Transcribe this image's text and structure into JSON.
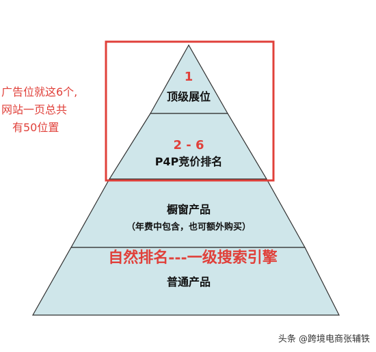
{
  "colors": {
    "tier_fill": "#cfe6ea",
    "tier_stroke": "#2f2f2f",
    "highlight_red": "#e0403a",
    "text_dark": "#111111",
    "credit_text": "#333333"
  },
  "annotation": {
    "lines": [
      "广告位就这6个,",
      "网站一页总共",
      "有50位置"
    ]
  },
  "tiers": {
    "top": {
      "rank": "1",
      "label": "顶级展位"
    },
    "second": {
      "rank": "2 - 6",
      "label": "P4P竞价排名"
    },
    "third": {
      "label": "橱窗产品",
      "sublabel": "（年费中包含，也可额外购买）"
    },
    "bottom": {
      "label": "普通产品"
    }
  },
  "banner": {
    "text": "自然排名---一级搜索引擎"
  },
  "credit": {
    "text": "头条 @跨境电商张辅铁"
  }
}
